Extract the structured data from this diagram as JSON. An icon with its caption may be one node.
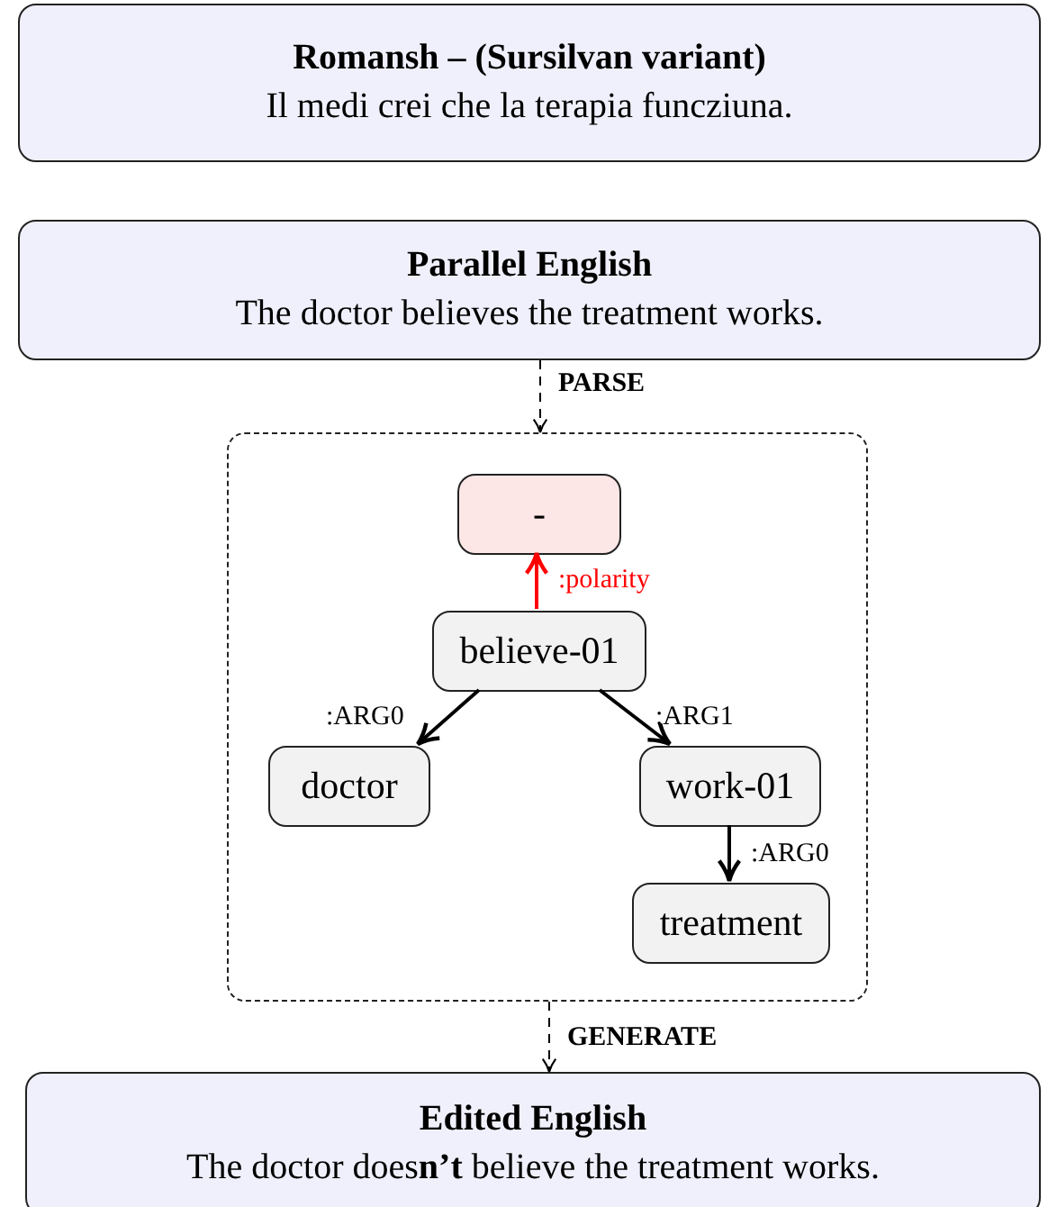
{
  "diagram": {
    "nodes": [
      {
        "text": [
          "Romansh – (Sursilvan variant)",
          "Il medi crei che la terapia funcziuna."
        ]
      },
      {
        "text": [
          "Parallel English",
          "The doctor believes the treatment works."
        ]
      },
      {
        "text": [],
        "shape": "box"
      },
      {
        "text": [
          "-"
        ],
        "in": 2
      },
      {
        "text": [
          "believe-01"
        ],
        "in": 2
      },
      {
        "text": [
          "doctor"
        ],
        "in": 2
      },
      {
        "text": [
          "work-01"
        ],
        "in": 2
      },
      {
        "text": [
          "treatment"
        ],
        "in": 2
      },
      {
        "text": [
          "Edited English",
          "The doctor does**n’t** believe the treatment works."
        ]
      }
    ],
    "edges": [
      {
        "from": 1,
        "to": 2,
        "arrow": "to",
        "label": "PARSE",
        "style": "dashed"
      },
      {
        "from": 4,
        "to": 3,
        "arrow": "to",
        "label": ":polarity",
        "color": "#ff0000"
      },
      {
        "from": 4,
        "to": 5,
        "arrow": "to",
        "label": ":ARG0"
      },
      {
        "from": 4,
        "to": 6,
        "arrow": "to",
        "label": ":ARG1"
      },
      {
        "from": 6,
        "to": 7,
        "arrow": "to",
        "label": ":ARG0"
      },
      {
        "from": 2,
        "to": 8,
        "arrow": "to",
        "label": "GENERATE",
        "style": "dashed"
      }
    ]
  }
}
